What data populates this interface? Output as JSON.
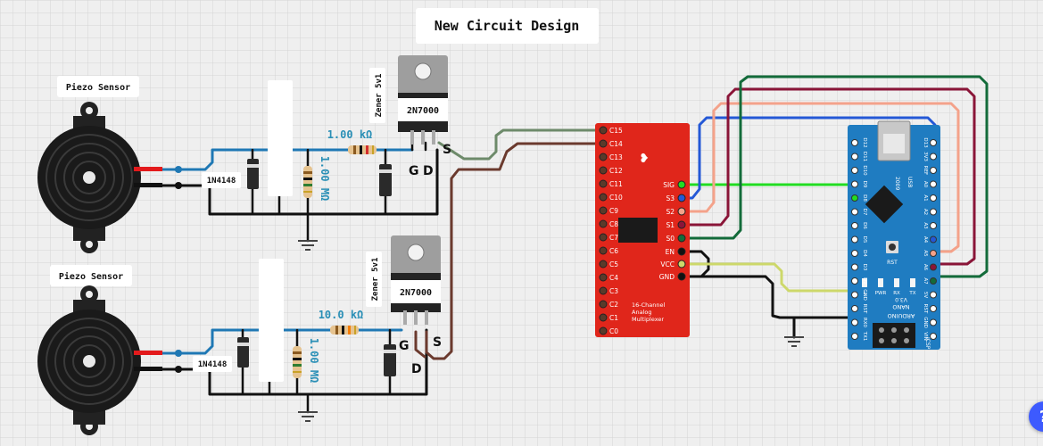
{
  "title": "New Circuit Design",
  "labels": {
    "piezo": "Piezo Sensor",
    "diode": "1N4148",
    "zener": "Zener 5v1",
    "mosfet": "2N7000",
    "res_top_series": "1.00 kΩ",
    "res_bottom_series": "10.0 kΩ",
    "res_shunt": "1.00 MΩ",
    "gate": "G",
    "drain": "D",
    "source": "S"
  },
  "mux": {
    "channels": [
      "C15",
      "C14",
      "C13",
      "C12",
      "C11",
      "C10",
      "C9",
      "C8",
      "C7",
      "C6",
      "C5",
      "C4",
      "C3",
      "C2",
      "C1",
      "C0"
    ],
    "right_pins": [
      "SIG",
      "S3",
      "S2",
      "S1",
      "S0"
    ],
    "power_pins": [
      "EN",
      "VCC",
      "GND"
    ],
    "caption": [
      "16-Channel",
      "Analog",
      "Multiplexer"
    ]
  },
  "arduino": {
    "left_pins": [
      "D12",
      "D11",
      "D10",
      "D9",
      "D8",
      "D7",
      "D6",
      "D5",
      "D4",
      "D3",
      "D2",
      "GND",
      "RST",
      "RX0",
      "TX1"
    ],
    "right_pins": [
      "D13",
      "3V3",
      "REF",
      "A0",
      "A1",
      "A2",
      "A3",
      "A4",
      "A5",
      "A6",
      "A7",
      "5V",
      "RST",
      "GND",
      "VIN"
    ],
    "usb": "USB",
    "year": "2009",
    "rst": "RST",
    "leds": [
      "L",
      "PWR",
      "RX",
      "TX"
    ],
    "name": "ARDUINO",
    "model": "NANO",
    "version": "V3.0",
    "isp": "ICSP"
  },
  "colors": {
    "wire_black": "#111111",
    "wire_blue": "#1f78b4",
    "wire_red": "#e31a1c",
    "wire_green": "#22dd22",
    "wire_royal": "#2458d6",
    "wire_salmon": "#f4a28a",
    "wire_maroon": "#8a1538",
    "wire_darkgreen": "#136b3a",
    "wire_yellow": "#cdd86a",
    "wire_gray": "#6d8a6a",
    "wire_brown": "#6b3a2e",
    "mux_board": "#e0261b",
    "arduino_board": "#1f7cc1"
  }
}
